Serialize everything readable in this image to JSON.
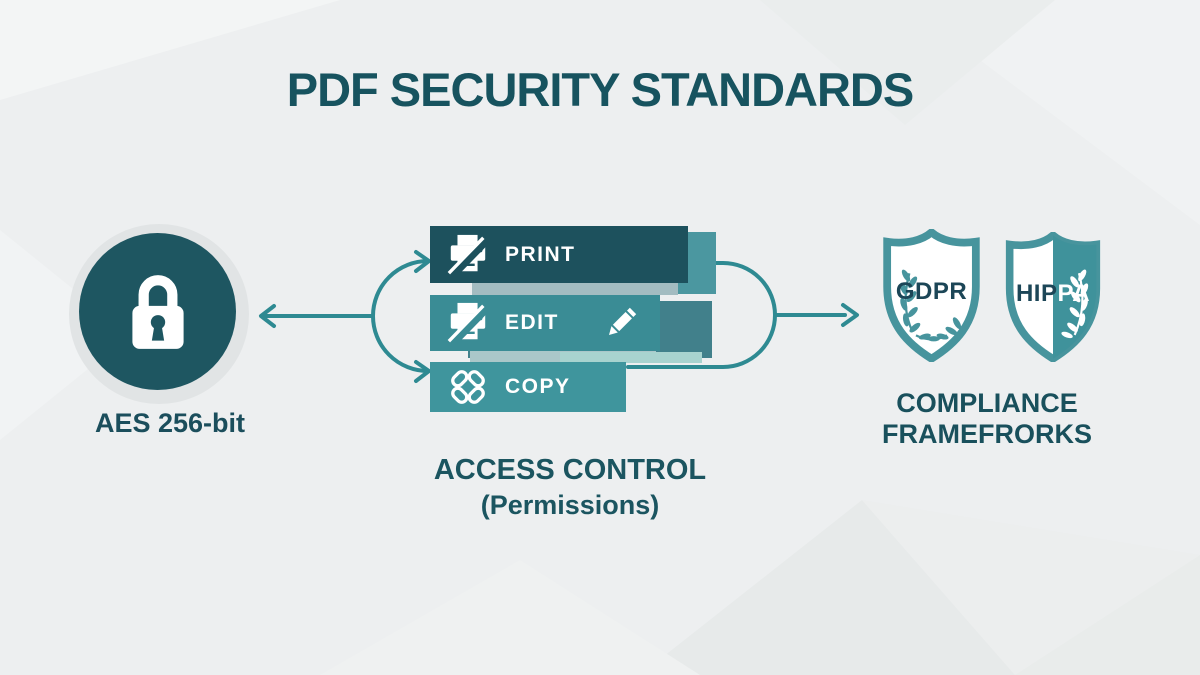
{
  "title": "PDF SECURITY STANDARDS",
  "encryption": {
    "label": "AES 256-bit",
    "icon": "lock-icon"
  },
  "access_control": {
    "heading": "ACCESS CONTROL",
    "subheading": "(Permissions)",
    "permissions": [
      {
        "label": "PRINT",
        "icon": "printer-disabled-icon"
      },
      {
        "label": "EDIT",
        "icon": "printer-disabled-icon",
        "secondary_icon": "pencil-icon"
      },
      {
        "label": "COPY",
        "icon": "broken-link-icon"
      }
    ]
  },
  "compliance": {
    "heading_line1": "COMPLIANCE",
    "heading_line2": "FRAMEFRORKS",
    "badges": [
      {
        "name": "gdpr-shield",
        "label": "GDPR"
      },
      {
        "name": "hippa-shield",
        "label_left": "HIP",
        "label_right": "PA"
      }
    ]
  },
  "colors": {
    "background": "#edeff0",
    "title_text": "#17535f",
    "dark_teal": "#1d515d",
    "mid_teal": "#3a8c95",
    "light_teal": "#3f959d",
    "arrow": "#2e8a92",
    "shield_teal": "#47949d",
    "lock_circle": "#1e5661"
  }
}
